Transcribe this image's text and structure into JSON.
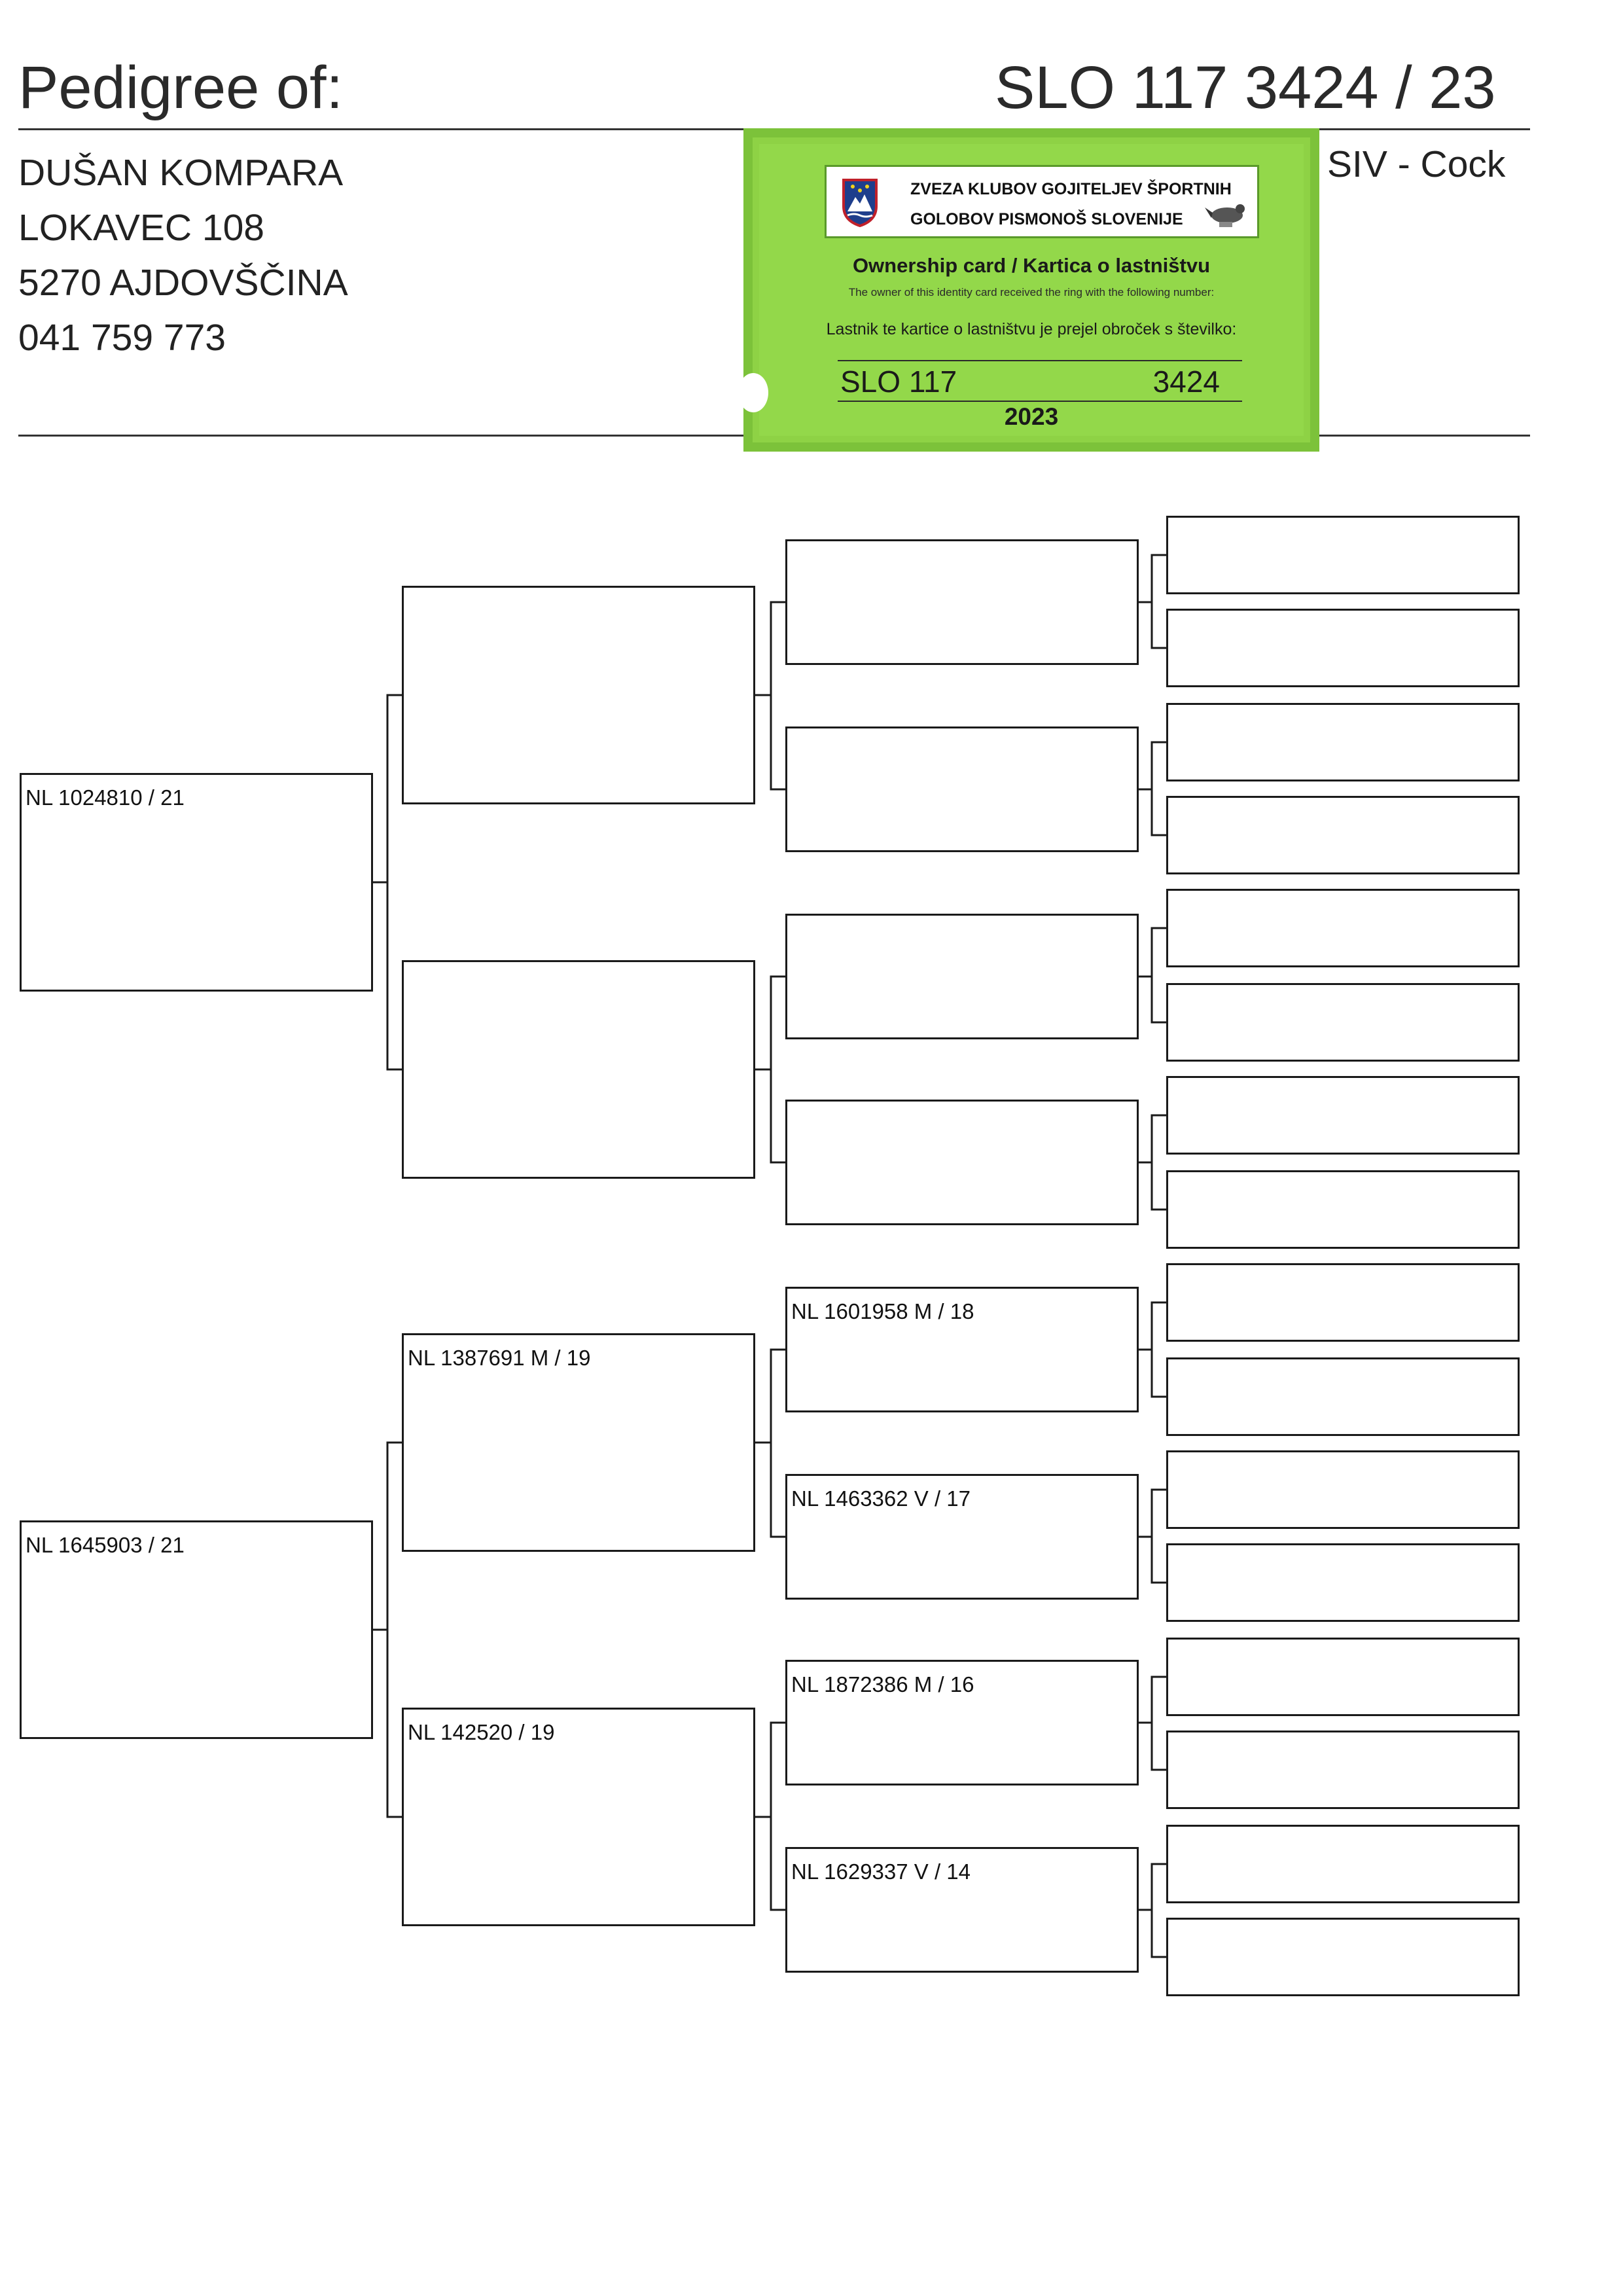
{
  "header": {
    "title": "Pedigree of:",
    "ring": "SLO 117 3424 / 23",
    "color_sex": "SIV - Cock"
  },
  "owner": {
    "name": "DUŠAN KOMPARA",
    "street": "LOKAVEC 108",
    "city": "5270 AJDOVŠČINA",
    "phone": "041 759 773"
  },
  "card": {
    "association_line1": "ZVEZA KLUBOV GOJITELJEV ŠPORTNIH",
    "association_line2": "GOLOBOV PISMONOŠ SLOVENIJE",
    "title": "Ownership card / Kartica o lastništvu",
    "text_en": "The owner of this identity card received the ring with the following number:",
    "text_sl": "Lastnik te kartice o lastništvu je prejel obroček s številko:",
    "ring_prefix": "SLO 117",
    "ring_number": "3424",
    "year": "2023",
    "colors": {
      "card": "#8ed245",
      "border": "#7cc23a"
    }
  },
  "pedigree": {
    "parents": [
      "NL 1024810 / 21",
      "NL 1645903 / 21"
    ],
    "grandparents": [
      "",
      "",
      "NL 1387691 M / 19",
      "NL 142520 / 19"
    ],
    "great_grandparents": [
      "",
      "",
      "",
      "",
      "NL 1601958 M / 18",
      "NL 1463362 V / 17",
      "NL 1872386 M / 16",
      "NL 1629337 V / 14"
    ],
    "gen4": [
      "",
      "",
      "",
      "",
      "",
      "",
      "",
      "",
      "",
      "",
      "",
      "",
      "",
      "",
      "",
      ""
    ]
  }
}
